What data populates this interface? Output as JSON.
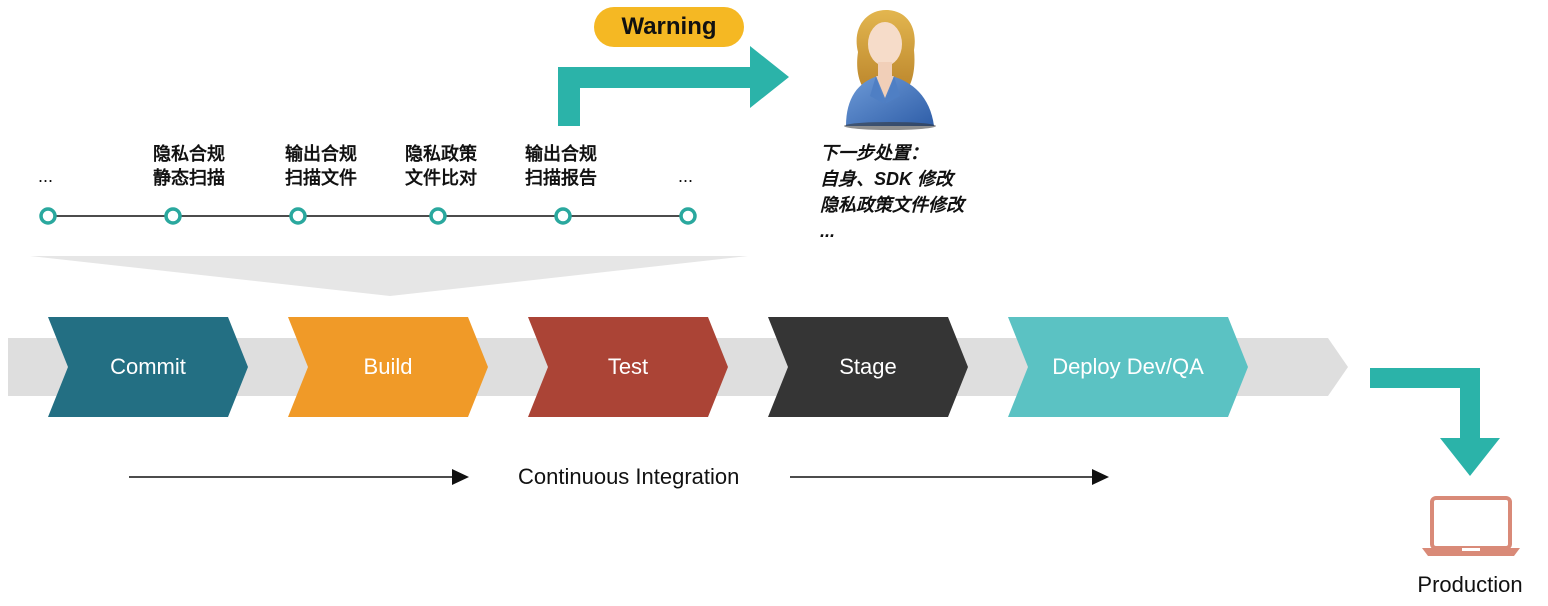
{
  "warning": {
    "label": "Warning"
  },
  "timeline": {
    "start_label": "...",
    "end_label": "...",
    "steps": [
      {
        "line1": "隐私合规",
        "line2": "静态扫描"
      },
      {
        "line1": "输出合规",
        "line2": "扫描文件"
      },
      {
        "line1": "隐私政策",
        "line2": "文件比对"
      },
      {
        "line1": "输出合规",
        "line2": "扫描报告"
      }
    ]
  },
  "next_action": {
    "title": "下一步处置：",
    "item1": "自身、SDK 修改",
    "item2": "隐私政策文件修改",
    "more": "..."
  },
  "pipeline": {
    "stages": [
      {
        "label": "Commit",
        "color": "#236f83"
      },
      {
        "label": "Build",
        "color": "#f09a28"
      },
      {
        "label": "Test",
        "color": "#ab4436"
      },
      {
        "label": "Stage",
        "color": "#353535"
      },
      {
        "label": "Deploy Dev/QA",
        "color": "#5bc2c3"
      }
    ],
    "ci_label": "Continuous Integration"
  },
  "production": {
    "label": "Production"
  },
  "colors": {
    "accent_teal": "#2bb3a9",
    "warning_yellow": "#f5b823",
    "track_gray": "#dedede",
    "laptop": "#d98a78"
  }
}
